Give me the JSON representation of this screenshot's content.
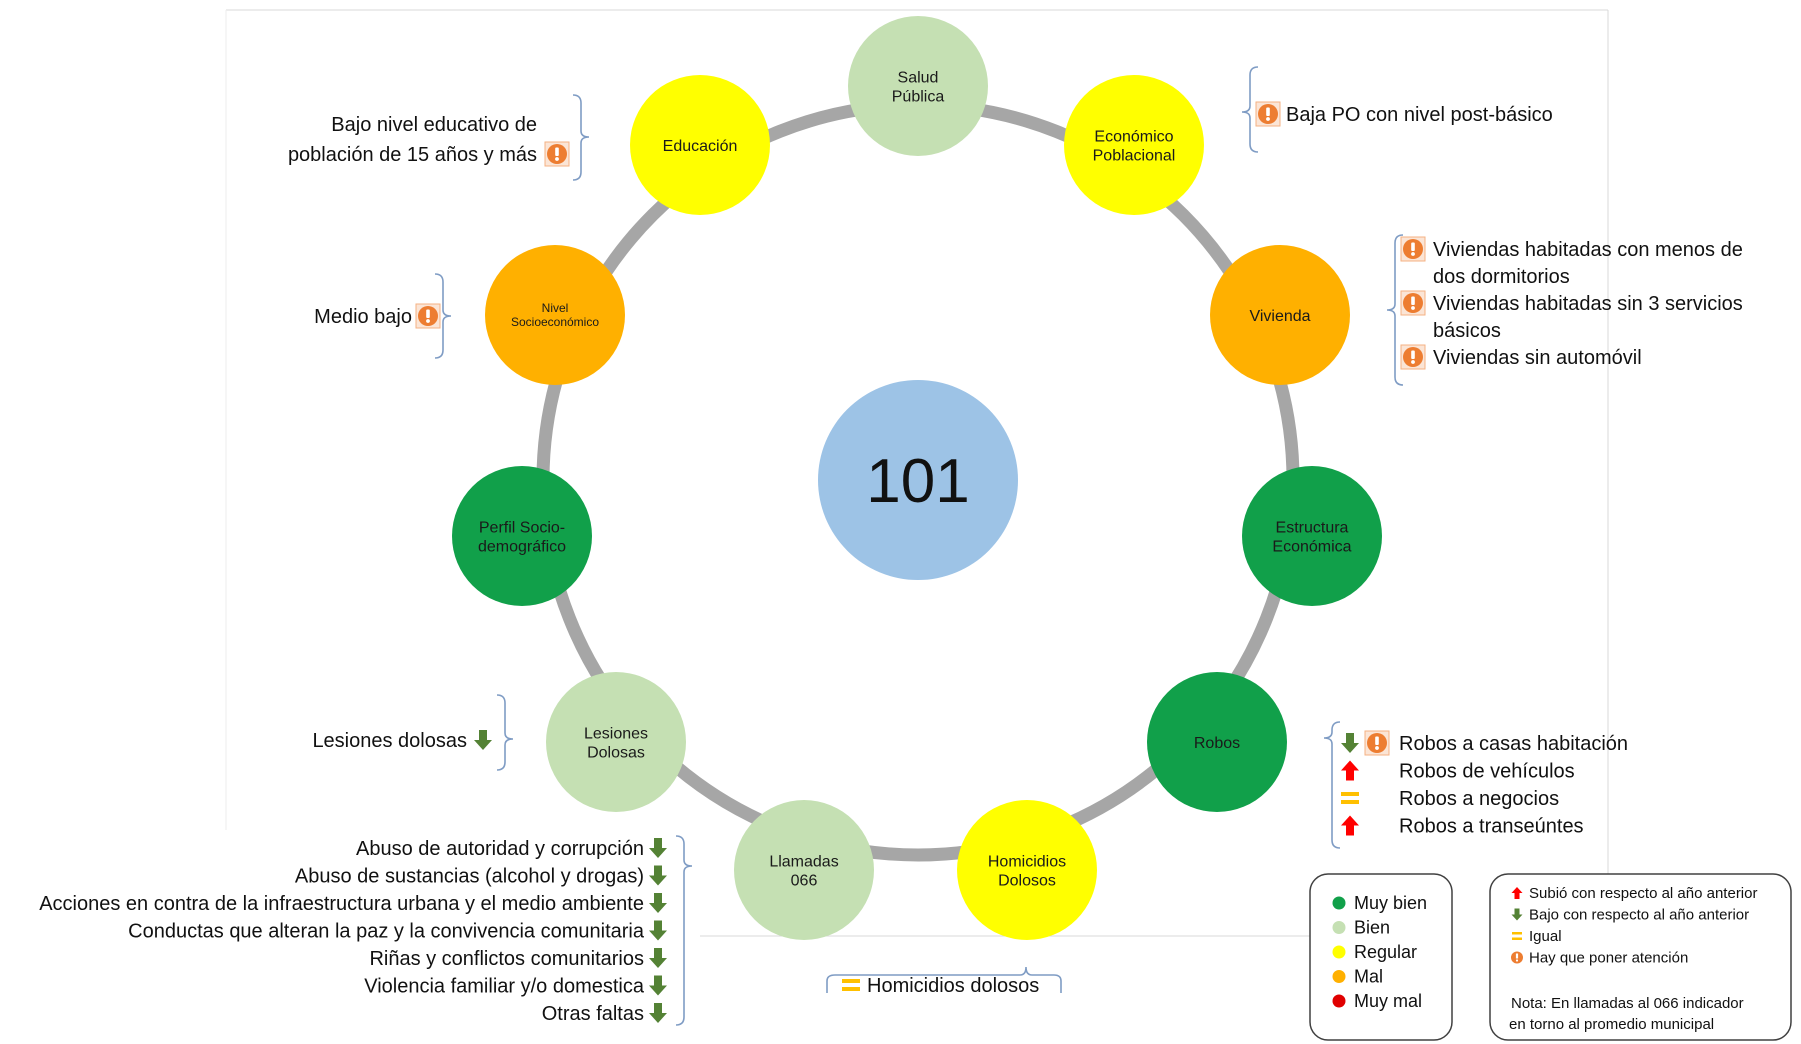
{
  "colors": {
    "muy_bien": "#11a04a",
    "bien": "#c5e0b3",
    "regular": "#ffff00",
    "mal": "#ffb000",
    "muy_mal": "#e00000",
    "center": "#9dc3e6",
    "ring": "#a6a6a6",
    "attention": "#ed7d31",
    "arrow_down": "#548235",
    "arrow_up": "#ff0000",
    "equal": "#ffc000"
  },
  "center": {
    "value": "101"
  },
  "nodes": [
    {
      "id": "salud",
      "lines": [
        "Salud",
        "Pública"
      ],
      "status": "bien"
    },
    {
      "id": "economico",
      "lines": [
        "Económico",
        "Poblacional"
      ],
      "status": "regular"
    },
    {
      "id": "vivienda",
      "lines": [
        "Vivienda"
      ],
      "status": "mal"
    },
    {
      "id": "estructura",
      "lines": [
        "Estructura",
        "Económica"
      ],
      "status": "muy_bien"
    },
    {
      "id": "robos",
      "lines": [
        "Robos"
      ],
      "status": "muy_bien"
    },
    {
      "id": "homicidios",
      "lines": [
        "Homicidios",
        "Dolosos"
      ],
      "status": "regular"
    },
    {
      "id": "llamadas",
      "lines": [
        "Llamadas",
        "066"
      ],
      "status": "bien"
    },
    {
      "id": "lesiones",
      "lines": [
        "Lesiones",
        "Dolosas"
      ],
      "status": "bien"
    },
    {
      "id": "perfil",
      "lines": [
        "Perfil Socio-",
        "demográfico"
      ],
      "status": "muy_bien"
    },
    {
      "id": "nivel",
      "lines": [
        "Nivel",
        "Socioeconómico"
      ],
      "status": "mal",
      "small": true
    },
    {
      "id": "educacion",
      "lines": [
        "Educación"
      ],
      "status": "regular"
    }
  ],
  "annotations": {
    "educacion": [
      {
        "text": "Bajo nivel educativo de",
        "icons": []
      },
      {
        "text": "población de 15 años y más",
        "icons": [
          "attention"
        ]
      }
    ],
    "economico": [
      {
        "text": "Baja PO con nivel post-básico",
        "icons": [
          "attention"
        ]
      }
    ],
    "nivel": [
      {
        "text": "Medio bajo",
        "icons": [
          "attention"
        ]
      }
    ],
    "vivienda": [
      {
        "text": "Viviendas habitadas con menos de",
        "icons": [
          "attention"
        ]
      },
      {
        "text": "dos dormitorios",
        "icons": []
      },
      {
        "text": "Viviendas habitadas sin 3 servicios",
        "icons": [
          "attention"
        ]
      },
      {
        "text": "básicos",
        "icons": []
      },
      {
        "text": "Viviendas sin automóvil",
        "icons": [
          "attention"
        ]
      }
    ],
    "lesiones": [
      {
        "text": "Lesiones dolosas",
        "icons": [
          "down"
        ]
      }
    ],
    "robos": [
      {
        "text": "Robos a casas habitación",
        "icons": [
          "down",
          "attention"
        ]
      },
      {
        "text": "Robos de vehículos",
        "icons": [
          "up"
        ]
      },
      {
        "text": "Robos a negocios",
        "icons": [
          "equal"
        ]
      },
      {
        "text": "Robos a transeúntes",
        "icons": [
          "up"
        ]
      }
    ],
    "llamadas": [
      {
        "text": "Abuso de autoridad y corrupción",
        "icons": [
          "down"
        ]
      },
      {
        "text": "Abuso de sustancias (alcohol y drogas)",
        "icons": [
          "down"
        ]
      },
      {
        "text": "Acciones en contra de la infraestructura urbana y el medio ambiente",
        "icons": [
          "down"
        ]
      },
      {
        "text": "Conductas que alteran la paz y la convivencia comunitaria",
        "icons": [
          "down"
        ]
      },
      {
        "text": "Riñas y conflictos comunitarios",
        "icons": [
          "down"
        ]
      },
      {
        "text": "Violencia familiar y/o domestica",
        "icons": [
          "down"
        ]
      },
      {
        "text": "Otras faltas",
        "icons": [
          "down"
        ]
      }
    ],
    "homicidios": [
      {
        "text": "Homicidios dolosos",
        "icons": [
          "equal"
        ]
      }
    ]
  },
  "legend_status": [
    {
      "label": "Muy bien",
      "status": "muy_bien"
    },
    {
      "label": "Bien",
      "status": "bien"
    },
    {
      "label": "Regular",
      "status": "regular"
    },
    {
      "label": "Mal",
      "status": "mal"
    },
    {
      "label": "Muy mal",
      "status": "muy_mal"
    }
  ],
  "legend_trend": {
    "items": [
      {
        "label": "Subió con respecto al año anterior",
        "icon": "up"
      },
      {
        "label": "Bajo con respecto al año anterior",
        "icon": "down"
      },
      {
        "label": "Igual",
        "icon": "equal"
      },
      {
        "label": "Hay que poner atención",
        "icon": "attention"
      }
    ],
    "note_lines": [
      "Nota: En llamadas al 066 indicador",
      "en torno al promedio municipal"
    ]
  }
}
